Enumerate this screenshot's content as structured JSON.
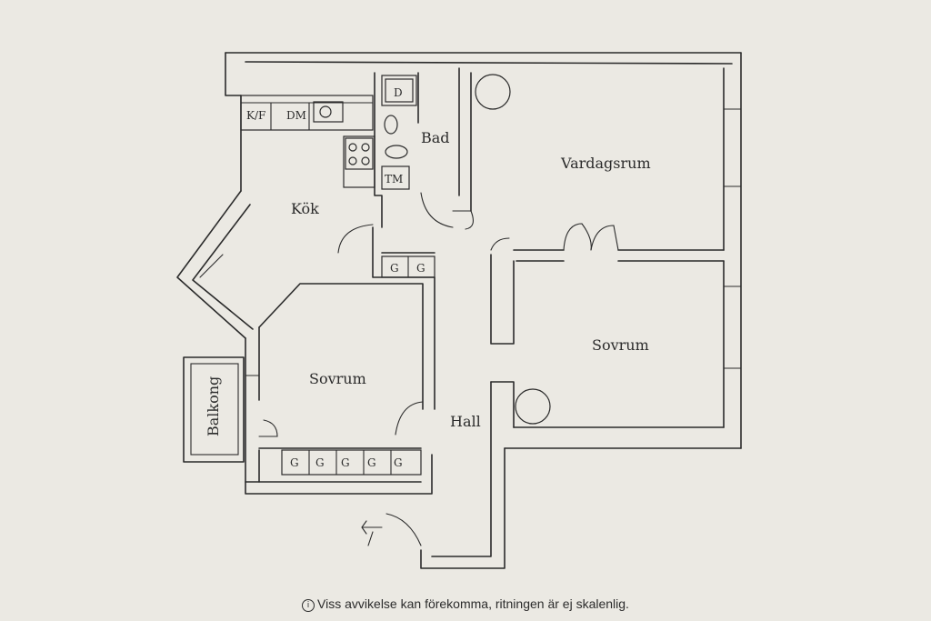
{
  "rooms": {
    "kitchen": "Kök",
    "bath": "Bad",
    "living": "Vardagsrum",
    "bedroom_left": "Sovrum",
    "bedroom_right": "Sovrum",
    "hall": "Hall",
    "balcony": "Balkong"
  },
  "fixtures": {
    "fridge_freezer": "K/F",
    "dishwasher": "DM",
    "dryer": "D",
    "washer": "TM",
    "wardrobe_mark": "G"
  },
  "footer": {
    "icon": "info-icon",
    "disclaimer": "Viss avvikelse kan förekomma, ritningen är ej skalenlig."
  }
}
